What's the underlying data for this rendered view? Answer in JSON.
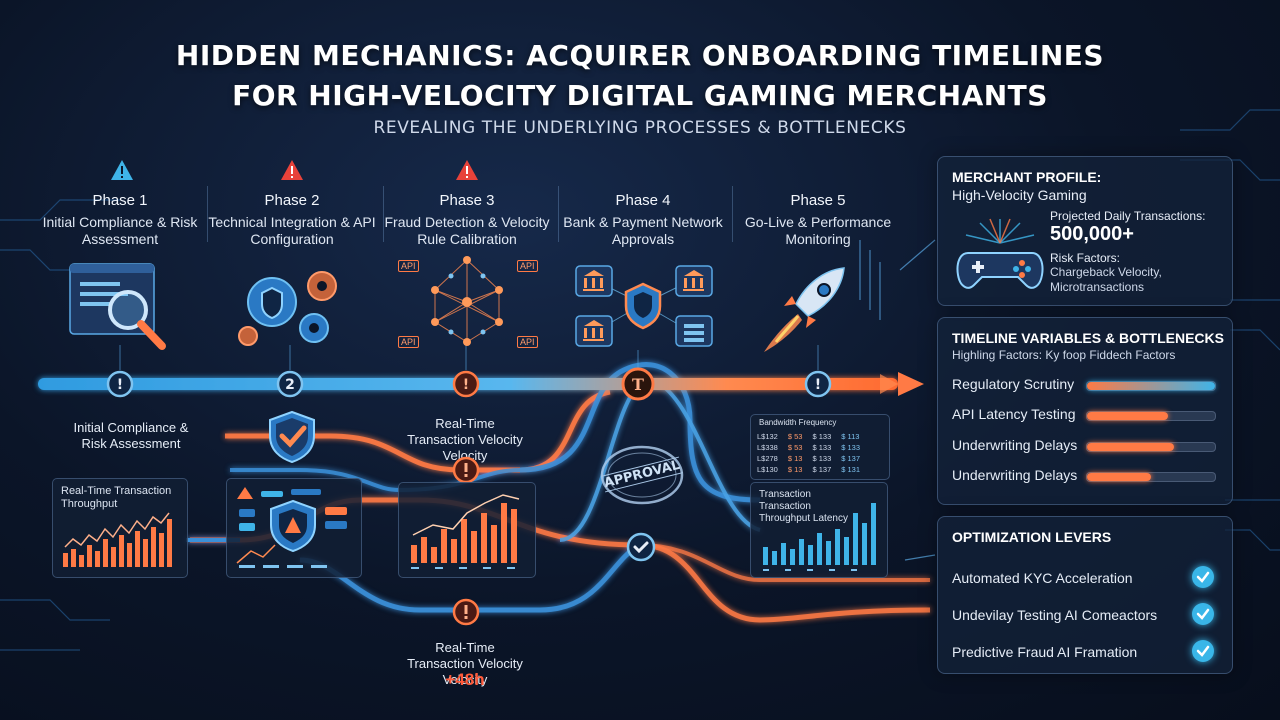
{
  "header": {
    "title_line1": "HIDDEN MECHANICS: ACQUIRER ONBOARDING TIMELINES",
    "title_line2": "FOR HIGH-VELOCITY DIGITAL GAMING MERCHANTS",
    "subtitle": "REVEALING THE UNDERLYING PROCESSES & BOTTLENECKS"
  },
  "phases": [
    {
      "name": "Phase 1",
      "desc": "Initial Compliance & Risk Assessment"
    },
    {
      "name": "Phase 2",
      "desc": "Technical Integration & API Configuration"
    },
    {
      "name": "Phase 3",
      "desc": "Fraud Detection & Velocity Rule Calibration"
    },
    {
      "name": "Phase 4",
      "desc": "Bank & Payment Network Approvals"
    },
    {
      "name": "Phase 5",
      "desc": "Go-Live & Performance Monitoring"
    }
  ],
  "timeline_markers": [
    "!",
    "2",
    "!",
    "T",
    "!"
  ],
  "api_tags": [
    "API",
    "API",
    "API",
    "API"
  ],
  "flow": {
    "label_compliance": "Initial Compliance & Risk Assessment",
    "label_realtime_top": "Real-Time Transaction Velocity Velocity",
    "label_realtime_bottom": "Real-Time Transaction Velocity Velocity",
    "delay": "+48h",
    "approval_stamp": "APPROVAL"
  },
  "mini_charts": {
    "left_title": "Real-Time Transaction Throughput",
    "right_title": "Transaction Transaction Throughput Latency",
    "table_title": "Bandwidth Frequency",
    "table_rows": [
      [
        "L$132",
        "$ 53",
        "$ 133",
        "$ 113"
      ],
      [
        "L$338",
        "$ 53",
        "$ 133",
        "$ 133"
      ],
      [
        "L$278",
        "$ 13",
        "$ 133",
        "$ 137"
      ],
      [
        "L$130",
        "$ 13",
        "$ 137",
        "$ 131"
      ]
    ]
  },
  "merchant_profile": {
    "title": "MERCHANT PROFILE:",
    "subtitle": "High-Velocity Gaming",
    "projected_label": "Projected Daily Transactions:",
    "projected_value": "500,000+",
    "risk_label": "Risk Factors:",
    "risk_value": "Chargeback Velocity, Microtransactions"
  },
  "timeline_variables": {
    "title": "TIMELINE VARIABLES & BOTTLENECKS",
    "subtitle": "Highling Factors: Ky foop Fiddech Factors",
    "items": [
      {
        "label": "Regulatory Scrutiny",
        "level": 1.0,
        "color": "#3fb4e8"
      },
      {
        "label": "API Latency Testing",
        "level": 0.63,
        "color": "#ff7a45"
      },
      {
        "label": "Underwriting Delays",
        "level": 0.68,
        "color": "#ff7a45"
      },
      {
        "label": "Underwriting Delays",
        "level": 0.5,
        "color": "#ff7a45"
      }
    ]
  },
  "optimization": {
    "title": "OPTIMIZATION LEVERS",
    "items": [
      "Automated KYC Acceleration",
      "Undevilay Testing AI Comeactors",
      "Predictive Fraud AI Framation"
    ]
  },
  "colors": {
    "accent_blue": "#3fb4e8",
    "accent_orange": "#ff7a45",
    "warning_red": "#e8423a"
  }
}
